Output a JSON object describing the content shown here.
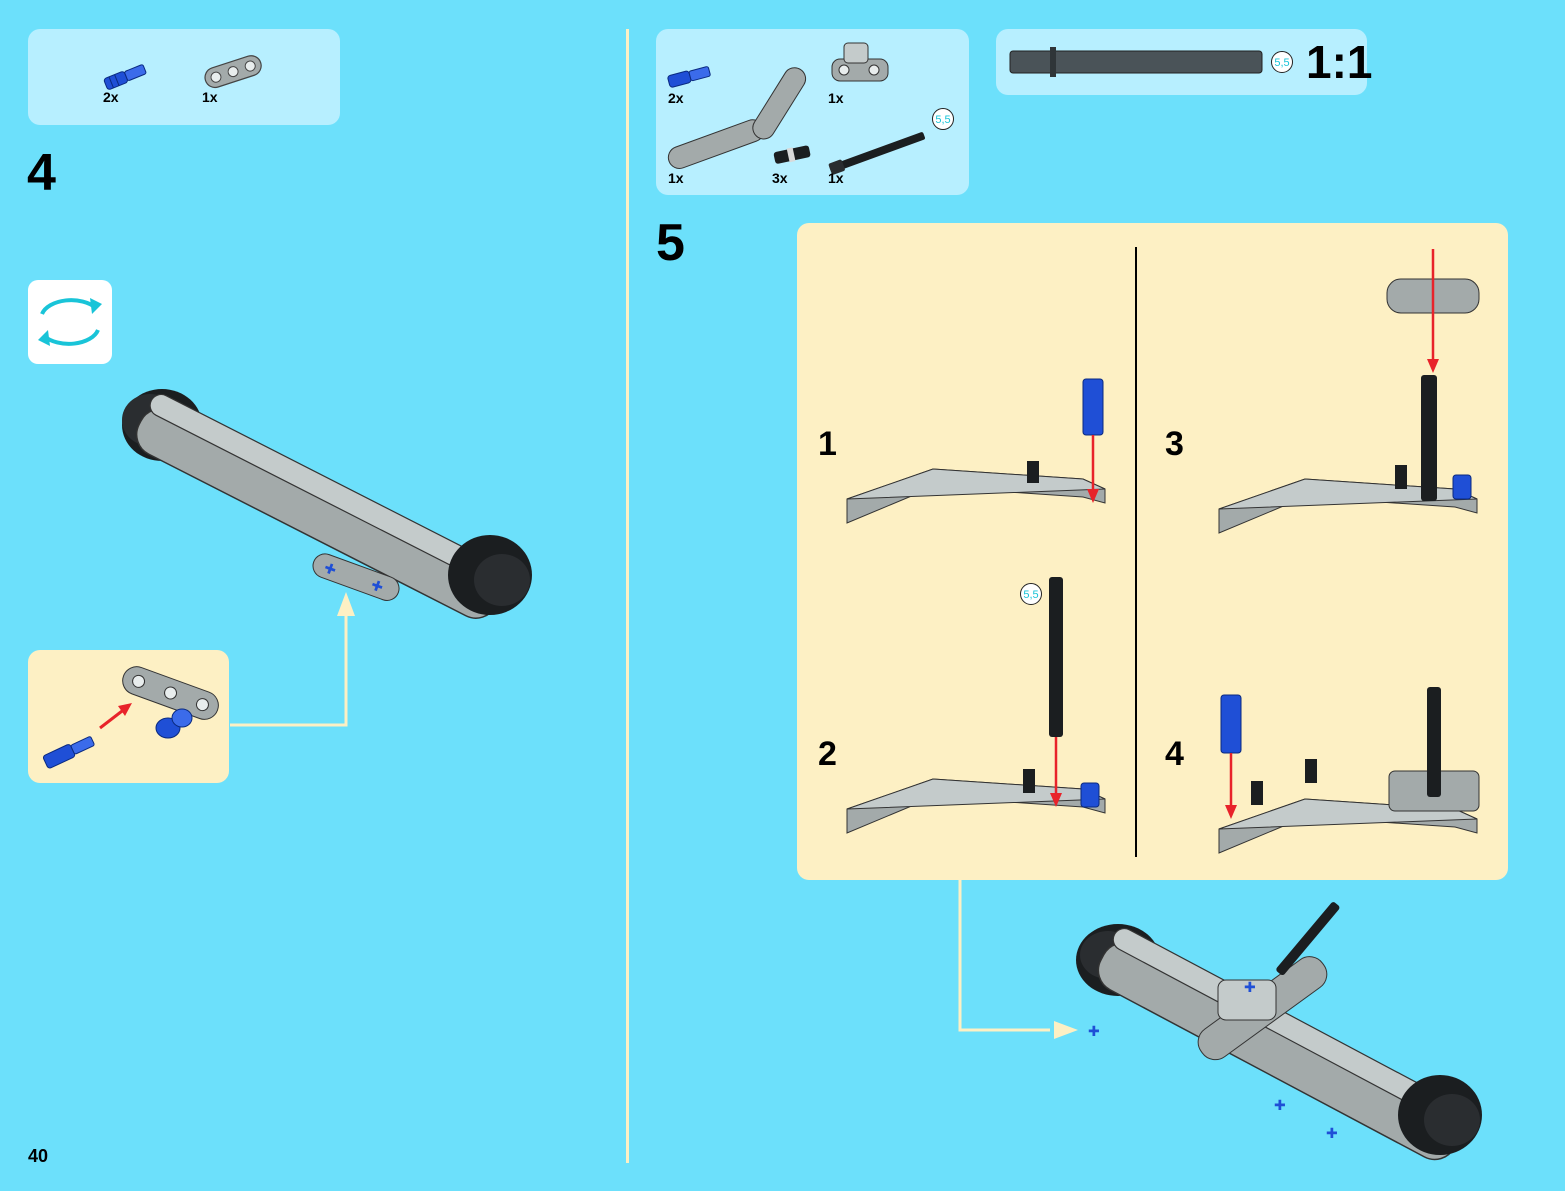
{
  "page": {
    "number": "40"
  },
  "step4": {
    "number": "4",
    "parts": [
      {
        "qty": "2x",
        "name": "blue-axle-pin"
      },
      {
        "qty": "1x",
        "name": "gray-liftarm-3"
      }
    ],
    "rotate_icon": "rotate-model-icon"
  },
  "step5": {
    "number": "5",
    "parts": [
      {
        "qty": "2x",
        "name": "blue-axle-pin"
      },
      {
        "qty": "1x",
        "name": "gray-angle-connector"
      },
      {
        "qty": "1x",
        "name": "gray-bent-liftarm"
      },
      {
        "qty": "3x",
        "name": "black-friction-pin"
      },
      {
        "qty": "1x",
        "name": "black-axle-5-5"
      }
    ],
    "axle_length_badge": "5,5",
    "scale_reference": {
      "length": "5,5",
      "scale": "1:1"
    },
    "substeps": [
      {
        "number": "1",
        "badge": ""
      },
      {
        "number": "2",
        "badge": "5,5"
      },
      {
        "number": "3",
        "badge": ""
      },
      {
        "number": "4",
        "badge": ""
      }
    ]
  },
  "colors": {
    "background": "#6ce0fb",
    "parts_box": "#b7efff",
    "subassembly": "#fdf0c4",
    "arrow": "#e8232a",
    "lego_gray": "#a3aaaa",
    "lego_blue": "#1f4fd6",
    "lego_black": "#1b1e20"
  }
}
